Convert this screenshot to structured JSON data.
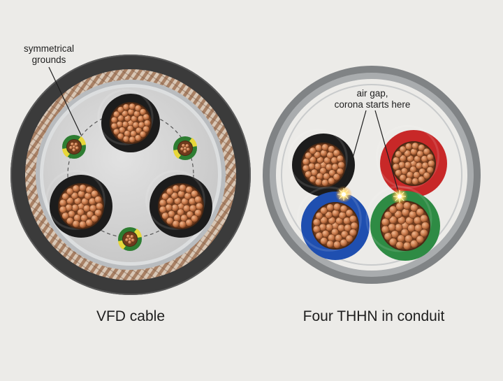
{
  "panels": {
    "left": {
      "caption": "VFD cable",
      "annotation_line1": "symmetrical",
      "annotation_line2": "grounds"
    },
    "right": {
      "caption": "Four THHN in conduit",
      "annotation_line1": "air gap,",
      "annotation_line2": "corona starts here"
    }
  },
  "colors": {
    "background": "#ecebe8",
    "copper": "#c8794a",
    "outer_jacket": "#3b3b3b",
    "braid_shield": "#b89478",
    "foil_shield": "#b9bcbf",
    "ground_insulation": "#2e7d32",
    "ground_stripe": "#e8d63a",
    "phase_insulation_vfd": "#1c1c1c",
    "conduit": "#808385",
    "thhn_black": "#1c1c1c",
    "thhn_red": "#c82828",
    "thhn_blue": "#1f4fb0",
    "thhn_green": "#2e8b44",
    "spark": "#ffd24a"
  }
}
